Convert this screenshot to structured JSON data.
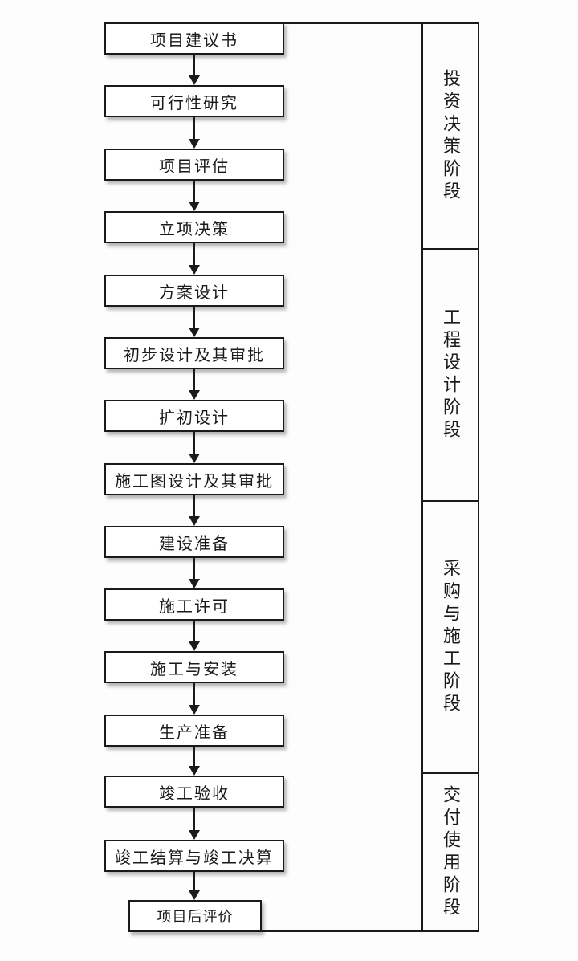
{
  "page": {
    "background_color": "#fdfdfd",
    "line_color": "#1a1a1a",
    "box_fill_color": "#ffffff"
  },
  "flow": {
    "steps": [
      {
        "label": "项目建议书"
      },
      {
        "label": "可行性研究"
      },
      {
        "label": "项目评估"
      },
      {
        "label": "立项决策"
      },
      {
        "label": "方案设计"
      },
      {
        "label": "初步设计及其审批"
      },
      {
        "label": "扩初设计"
      },
      {
        "label": "施工图设计及其审批"
      },
      {
        "label": "建设准备"
      },
      {
        "label": "施工许可"
      },
      {
        "label": "施工与安装"
      },
      {
        "label": "生产准备"
      },
      {
        "label": "竣工验收"
      },
      {
        "label": "竣工结算与竣工决算"
      },
      {
        "label": "项目后评价"
      }
    ]
  },
  "stages": [
    {
      "label": "投资决策阶段"
    },
    {
      "label": "工程设计阶段"
    },
    {
      "label": "采购与施工阶段"
    },
    {
      "label": "交付使用阶段"
    }
  ]
}
